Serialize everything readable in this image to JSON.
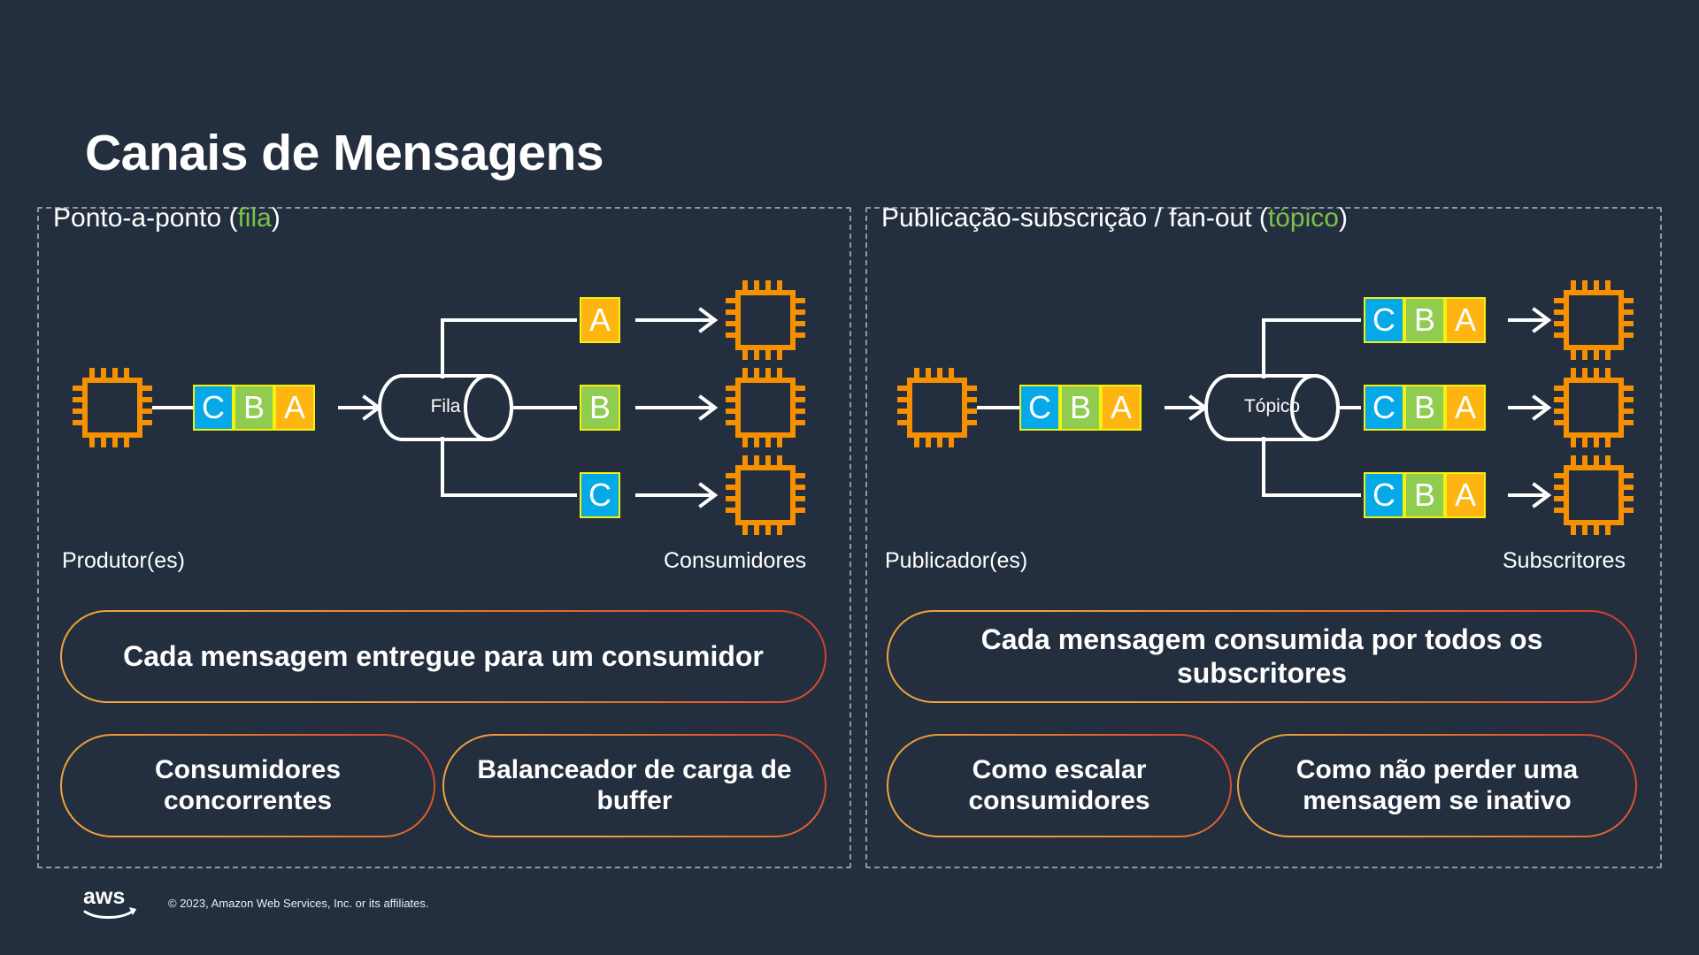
{
  "slide": {
    "title": "Canais de Mensagens",
    "background_color": "#232f3e"
  },
  "colors": {
    "accent_green": "#7cc24a",
    "msg_c": "#05a9e8",
    "msg_b": "#8fcc4f",
    "msg_a": "#ffb511",
    "msg_border": "#f2f20d",
    "chip_orange": "#f79000",
    "line_white": "#ffffff",
    "panel_dash": "#8d99a6",
    "pill_gradient_start": "#f2a33c",
    "pill_gradient_end": "#cf3a2b"
  },
  "panels": [
    {
      "id": "point-to-point",
      "heading_prefix": "Ponto-a-ponto (",
      "heading_accent": "fila",
      "heading_suffix": ")",
      "left_role_label": "Produtor(es)",
      "right_role_label": "Consumidores",
      "channel_label": "Fila",
      "inbound_messages": [
        "C",
        "B",
        "A"
      ],
      "branches": [
        {
          "messages": [
            "A"
          ]
        },
        {
          "messages": [
            "B"
          ]
        },
        {
          "messages": [
            "C"
          ]
        }
      ],
      "callouts": [
        {
          "text": "Cada mensagem entregue para um consumidor",
          "size": "large"
        },
        {
          "text": "Consumidores concorrentes",
          "size": "small"
        },
        {
          "text": "Balanceador de carga de buffer",
          "size": "small"
        }
      ]
    },
    {
      "id": "pub-sub-fanout",
      "heading_prefix": "Publicação-subscrição / fan-out (",
      "heading_accent": "tópico",
      "heading_suffix": ")",
      "left_role_label": "Publicador(es)",
      "right_role_label": "Subscritores",
      "channel_label": "Tópico",
      "inbound_messages": [
        "C",
        "B",
        "A"
      ],
      "branches": [
        {
          "messages": [
            "C",
            "B",
            "A"
          ]
        },
        {
          "messages": [
            "C",
            "B",
            "A"
          ]
        },
        {
          "messages": [
            "C",
            "B",
            "A"
          ]
        }
      ],
      "callouts": [
        {
          "text": "Cada mensagem consumida por todos os subscritores",
          "size": "large"
        },
        {
          "text": "Como escalar consumidores",
          "size": "small"
        },
        {
          "text": "Como não perder uma mensagem se inativo",
          "size": "small"
        }
      ]
    }
  ],
  "footer": {
    "logo": "aws-logo",
    "copyright": "© 2023, Amazon Web Services, Inc. or its affiliates."
  }
}
